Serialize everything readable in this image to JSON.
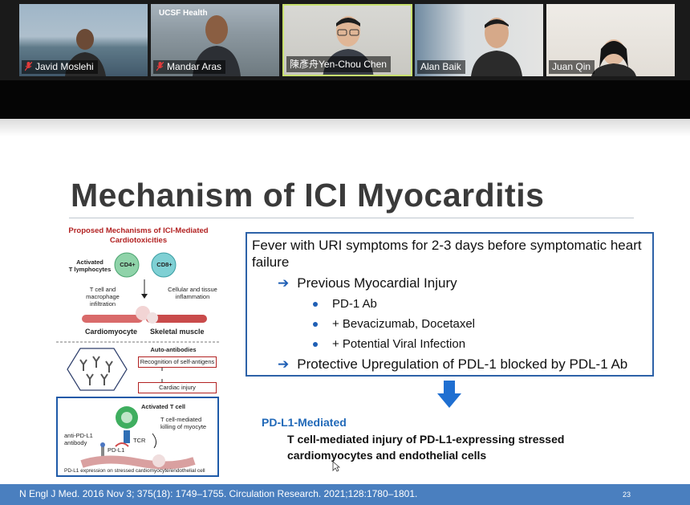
{
  "participants": [
    {
      "name": "Javid Moslehi",
      "muted": true,
      "active": false
    },
    {
      "name": "Mandar Aras",
      "muted": true,
      "active": false,
      "background_text": "UCSF Health"
    },
    {
      "name": "陳彥舟Yen-Chou Chen",
      "muted": false,
      "active": true
    },
    {
      "name": "Alan Baik",
      "muted": false,
      "active": false
    },
    {
      "name": "Juan Qin",
      "muted": false,
      "active": false
    }
  ],
  "slide": {
    "title": "Mechanism of ICI Myocarditis",
    "figure": {
      "title_line1": "Proposed Mechanisms of ICI-Mediated",
      "title_line2": "Cardiotoxicities",
      "activated_t_line1": "Activated",
      "activated_t_line2": "T lymphocytes",
      "cd4": "CD4+",
      "cd8": "CD8+",
      "tcell_macro_line1": "T cell and macrophage",
      "tcell_macro_line2": "infiltration",
      "cellular_line1": "Cellular and tissue",
      "cellular_line2": "inflammation",
      "cardiomyocyte": "Cardiomyocyte",
      "skeletal": "Skeletal muscle",
      "auto_antibodies": "Auto-antibodies",
      "recognition": "Recognition of self-antigens",
      "cardiac_injury": "Cardiac  injury",
      "activated_t_cell": "Activated T cell",
      "killing_line1": "T cell-mediated",
      "killing_line2": "killing of myocyte",
      "anti_pdl1_line1": "anti-PD-L1",
      "anti_pdl1_line2": "antibody",
      "tcr": "TCR",
      "pdl1": "PD-L1",
      "expression": "PD-L1 expression on stressed cardiomyocyte/endothelial cell"
    },
    "box": {
      "intro": "Fever with URI symptoms for 2-3 days before symptomatic heart failure",
      "point1": "Previous Myocardial Injury",
      "bullets": [
        "PD-1 Ab",
        "+ Bevacizumab, Docetaxel",
        "+ Potential Viral Infection"
      ],
      "point2": "Protective Upregulation of PDL-1 blocked by PDL-1 Ab"
    },
    "pdl1_heading": "PD-L1-Mediated",
    "pdl1_description": "T cell-mediated injury of PD-L1-expressing stressed cardiomyocytes and endothelial cells",
    "citation": "N Engl J Med. 2016 Nov 3; 375(18): 1749–1755. Circulation Research. 2021;128:1780–1801.",
    "page_number": "23"
  },
  "colors": {
    "accent_blue": "#2d62a8",
    "figure_red": "#b22222",
    "footer_blue": "#4a7fbf",
    "active_speaker": "#c8e06e"
  }
}
